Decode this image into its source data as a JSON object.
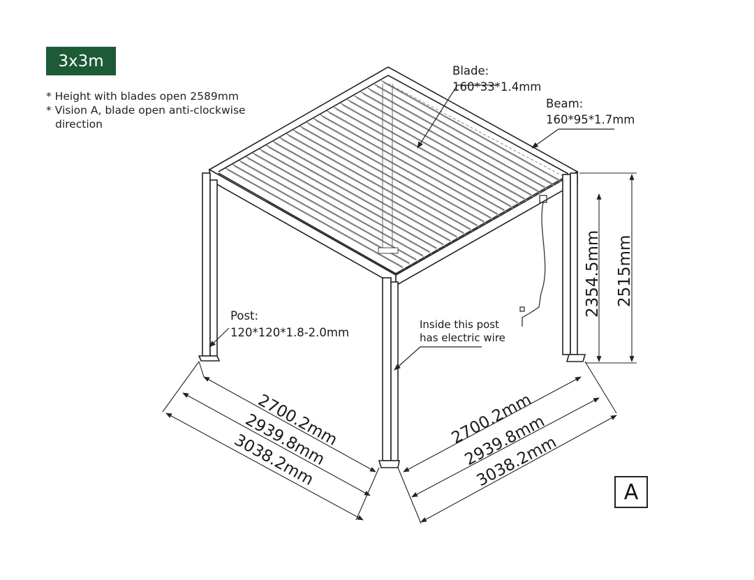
{
  "badge": "3x3m",
  "notes": [
    "* Height with blades open 2589mm",
    "* Vision A, blade open anti-clockwise",
    "direction"
  ],
  "labels": {
    "blade_title": "Blade:",
    "blade_spec": "160*33*1.4mm",
    "beam_title": "Beam:",
    "beam_spec": "160*95*1.7mm",
    "post_title": "Post:",
    "post_spec": "120*120*1.8-2.0mm",
    "wire_line1": "Inside this post",
    "wire_line2": "has electric wire"
  },
  "dimensions": {
    "left_inner": "2700.2mm",
    "left_mid": "2939.8mm",
    "left_outer": "3038.2mm",
    "right_inner": "2700.2mm",
    "right_mid": "2939.8mm",
    "right_outer": "3038.2mm",
    "height_clear": "2354.5mm",
    "height_total": "2515mm"
  },
  "view": "A",
  "colors": {
    "badge_bg": "#1d5a36",
    "line": "#222222"
  }
}
